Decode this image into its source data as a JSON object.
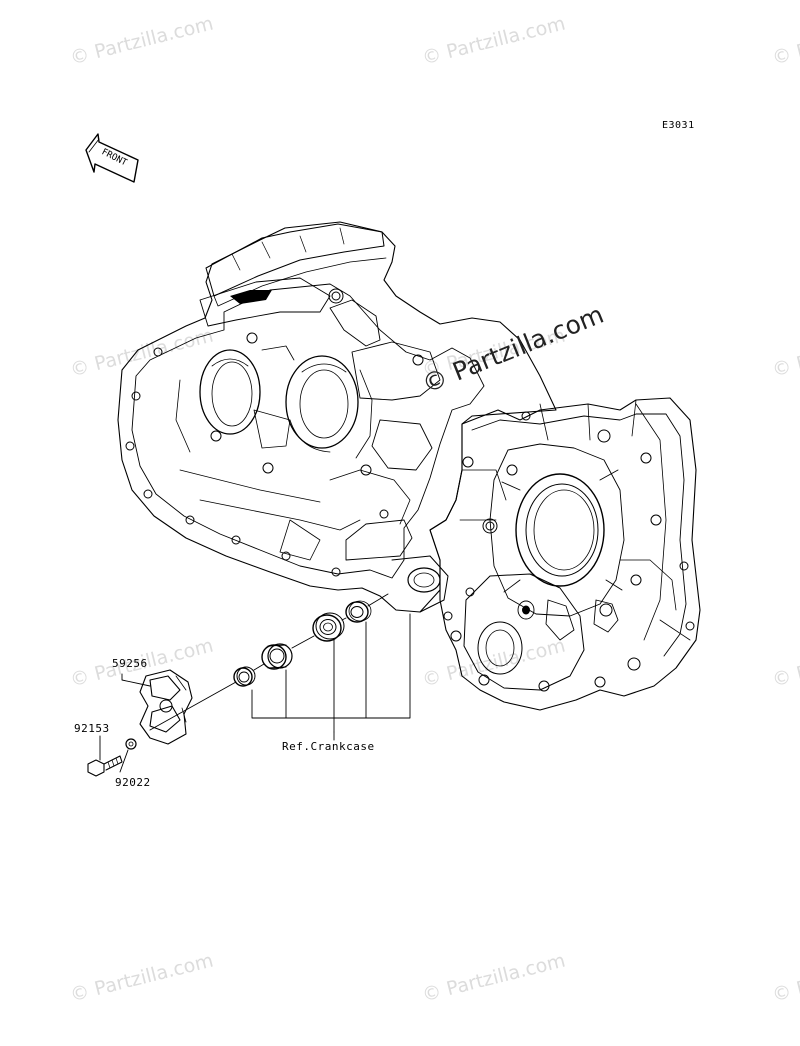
{
  "diagram_code": "E3031",
  "front_label": "FRONT",
  "watermark": "© Partzilla.com",
  "parts": [
    {
      "part_no": "59256"
    },
    {
      "part_no": "92153"
    },
    {
      "part_no": "92022"
    }
  ],
  "reference_label": "Ref.Crankcase"
}
